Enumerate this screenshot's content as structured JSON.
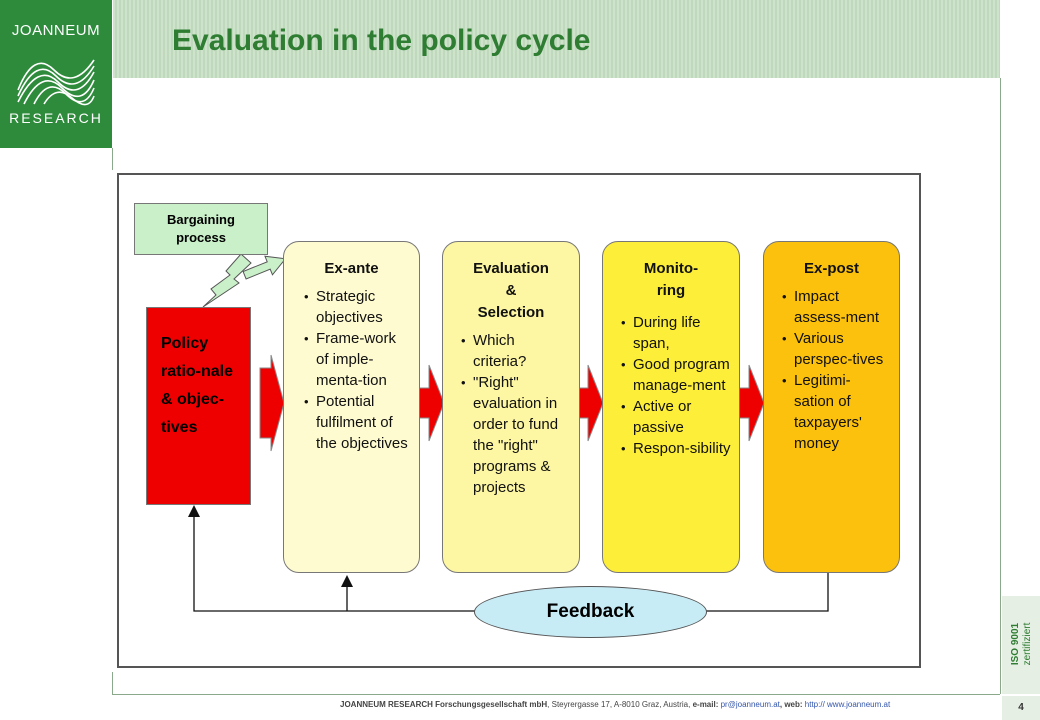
{
  "header": {
    "logo_top": "JOANNEUM",
    "logo_bottom": "RESEARCH",
    "title": "Evaluation in the policy cycle"
  },
  "diagram": {
    "bargaining": "Bargaining process",
    "policy": "Policy ratio-nale & objec-tives",
    "feedback": "Feedback",
    "exante": {
      "title": "Ex-ante",
      "items": [
        "Strategic objectives",
        "Frame-work of imple-menta-tion",
        "Potential fulfilment of the objectives"
      ]
    },
    "evaluation": {
      "title_1": "Evaluation",
      "title_2": "&",
      "title_3": "Selection",
      "items": [
        "Which criteria?",
        "\"Right\" evaluation in order to fund the \"right\" programs & projects"
      ]
    },
    "monitoring": {
      "title_1": "Monito-",
      "title_2": "ring",
      "items": [
        "During life span,",
        "Good program manage-ment",
        "Active or passive",
        "Respon-sibility"
      ]
    },
    "expost": {
      "title": "Ex-post",
      "items": [
        "Impact assess-ment",
        "Various perspec-tives",
        "Legitimi-sation of taxpayers' money"
      ]
    },
    "colors": {
      "policy": "#ee0000",
      "exante": "#fefbd0",
      "evaluation": "#fdf6a2",
      "monitoring": "#fdee3a",
      "expost": "#fcc10c",
      "feedback": "#c8ecf6",
      "bargaining": "#c9f0c9"
    }
  },
  "footer": {
    "org": "JOANNEUM RESEARCH Forschungsgesellschaft mbH",
    "address": ", Steyrergasse 17, A-8010 Graz, Austria,",
    "email_label": "e-mail:",
    "email": "pr@joanneum.at",
    "web_label": ", web:",
    "web": "http:// www.joanneum.at"
  },
  "side": {
    "iso_line1": "ISO 9001",
    "iso_line2": "zertifiziert",
    "page_number": "4"
  }
}
